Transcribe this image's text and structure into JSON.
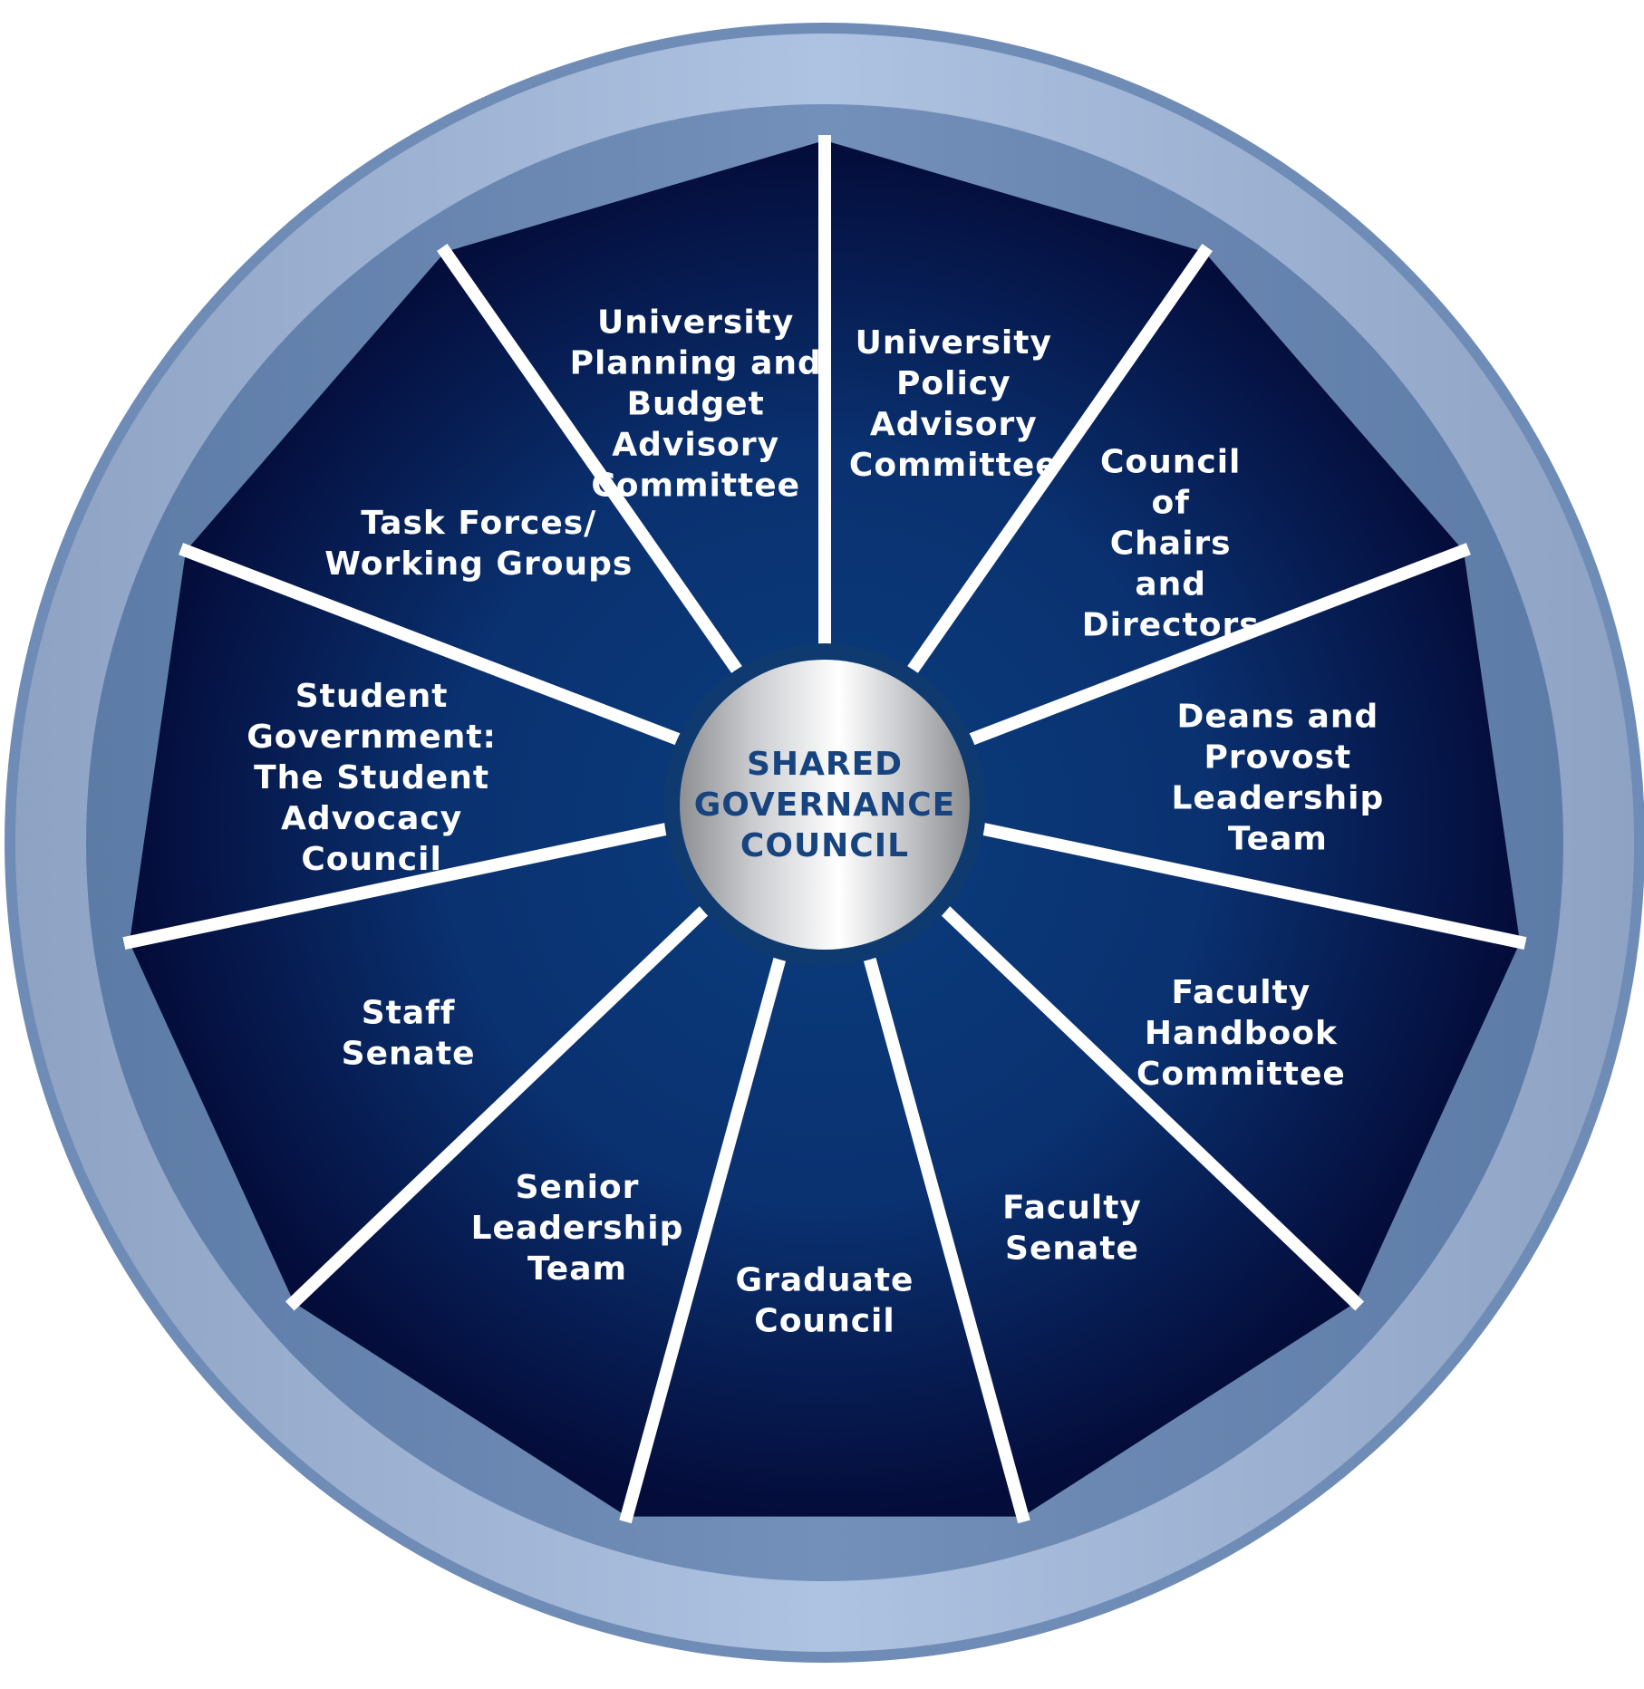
{
  "hub": {
    "lines": [
      "SHARED",
      "GOVERNANCE",
      "COUNCIL"
    ]
  },
  "segments": [
    {
      "id": "university-policy-advisory-committee",
      "lines": [
        "University",
        "Policy",
        "Advisory",
        "Committee"
      ]
    },
    {
      "id": "council-of-chairs-and-directors",
      "lines": [
        "Council",
        "of",
        "Chairs",
        "and",
        "Directors"
      ]
    },
    {
      "id": "deans-and-provost-leadership-team",
      "lines": [
        "Deans and",
        "Provost",
        "Leadership",
        "Team"
      ]
    },
    {
      "id": "faculty-handbook-committee",
      "lines": [
        "Faculty",
        "Handbook",
        "Committee"
      ]
    },
    {
      "id": "faculty-senate",
      "lines": [
        "Faculty",
        "Senate"
      ]
    },
    {
      "id": "graduate-council",
      "lines": [
        "Graduate",
        "Council"
      ]
    },
    {
      "id": "senior-leadership-team",
      "lines": [
        "Senior",
        "Leadership",
        "Team"
      ]
    },
    {
      "id": "staff-senate",
      "lines": [
        "Staff",
        "Senate"
      ]
    },
    {
      "id": "student-government",
      "lines": [
        "Student",
        "Government:",
        "The Student",
        "Advocacy",
        "Council"
      ]
    },
    {
      "id": "task-forces-working-groups",
      "lines": [
        "Task Forces/",
        "Working Groups"
      ]
    },
    {
      "id": "university-planning-and-budget-advisory-committee",
      "lines": [
        "University",
        "Planning and",
        "Budget",
        "Advisory",
        "Committee"
      ]
    }
  ],
  "colors": {
    "ring_light": "#a9bcdc",
    "ring_dark": "#5f7ea6",
    "panel_center": "#0a3a78",
    "panel_edge": "#040d3a",
    "divider": "#ffffff",
    "hub_ring": "#0e3a70",
    "hub_text": "#17447f"
  }
}
